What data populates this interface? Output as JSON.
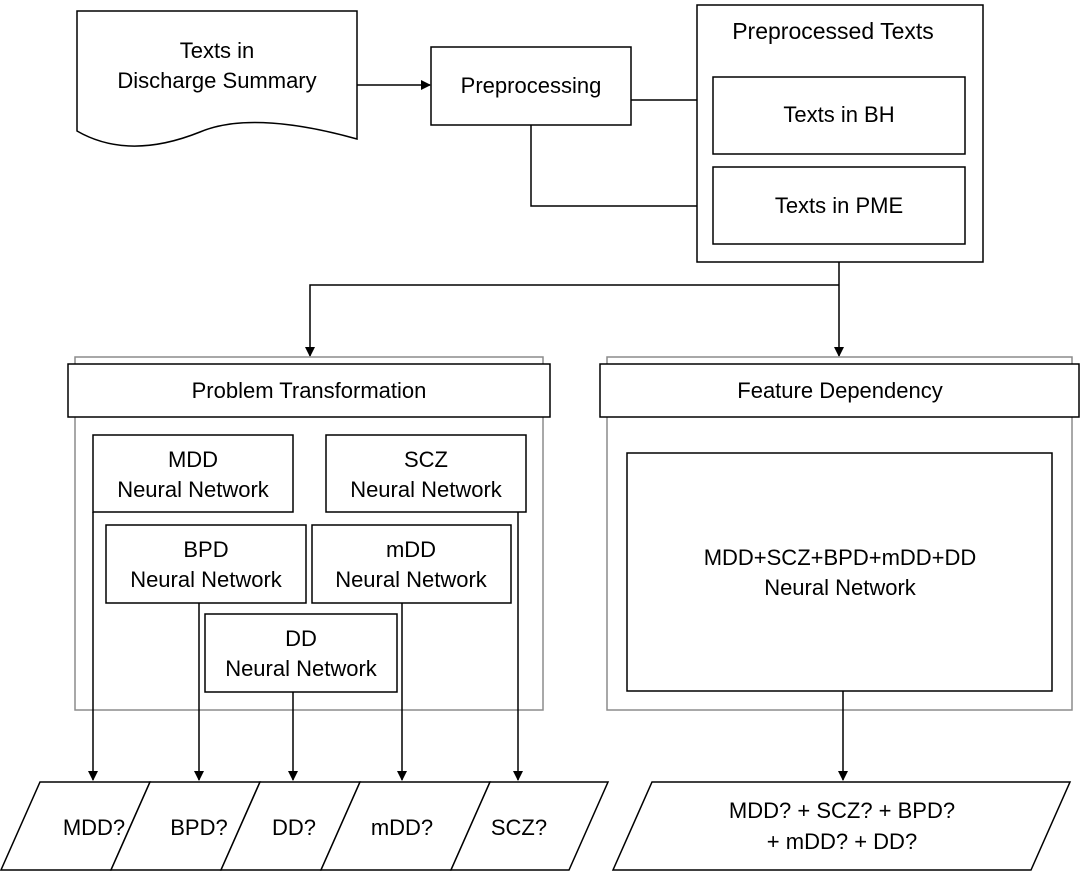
{
  "input": {
    "line1": "Texts in",
    "line2": "Discharge Summary"
  },
  "preprocessing": {
    "label": "Preprocessing"
  },
  "preprocessed": {
    "title": "Preprocessed Texts",
    "bh": "Texts in BH",
    "pme": "Texts in PME"
  },
  "problem_transformation": {
    "title": "Problem Transformation",
    "networks": [
      {
        "name": "MDD",
        "sub": "Neural Network"
      },
      {
        "name": "SCZ",
        "sub": "Neural Network"
      },
      {
        "name": "BPD",
        "sub": "Neural Network"
      },
      {
        "name": "mDD",
        "sub": "Neural Network"
      },
      {
        "name": "DD",
        "sub": "Neural Network"
      }
    ],
    "outputs": [
      "MDD?",
      "BPD?",
      "DD?",
      "mDD?",
      "SCZ?"
    ]
  },
  "feature_dependency": {
    "title": "Feature Dependency",
    "network_line1": "MDD+SCZ+BPD+mDD+DD",
    "network_line2": "Neural Network",
    "output_line1": "MDD? + SCZ? + BPD?",
    "output_line2": "+ mDD? + DD?"
  }
}
